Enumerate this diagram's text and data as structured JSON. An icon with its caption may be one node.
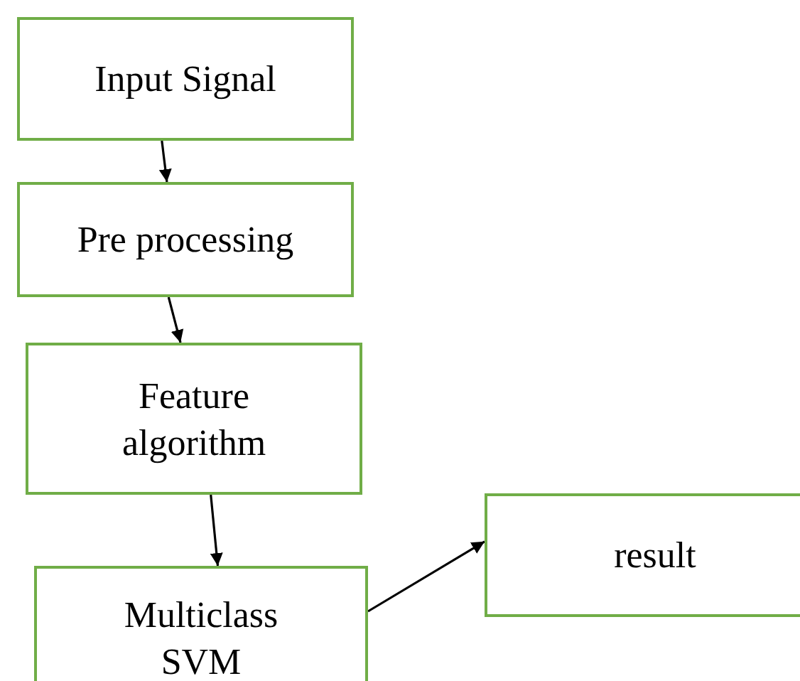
{
  "diagram": {
    "nodes": [
      {
        "text": [
          "Input Signal"
        ]
      },
      {
        "text": [
          "Pre processing"
        ]
      },
      {
        "text": [
          "Feature algorithm"
        ]
      },
      {
        "text": [
          "Multiclass SVM"
        ]
      },
      {
        "text": [
          "result"
        ]
      }
    ],
    "edges": [
      {
        "from": 0,
        "to": 1,
        "arrow": "to"
      },
      {
        "from": 1,
        "to": 2,
        "arrow": "to"
      },
      {
        "from": 2,
        "to": 3,
        "arrow": "to"
      },
      {
        "from": 3,
        "to": 4,
        "arrow": "to"
      }
    ]
  }
}
